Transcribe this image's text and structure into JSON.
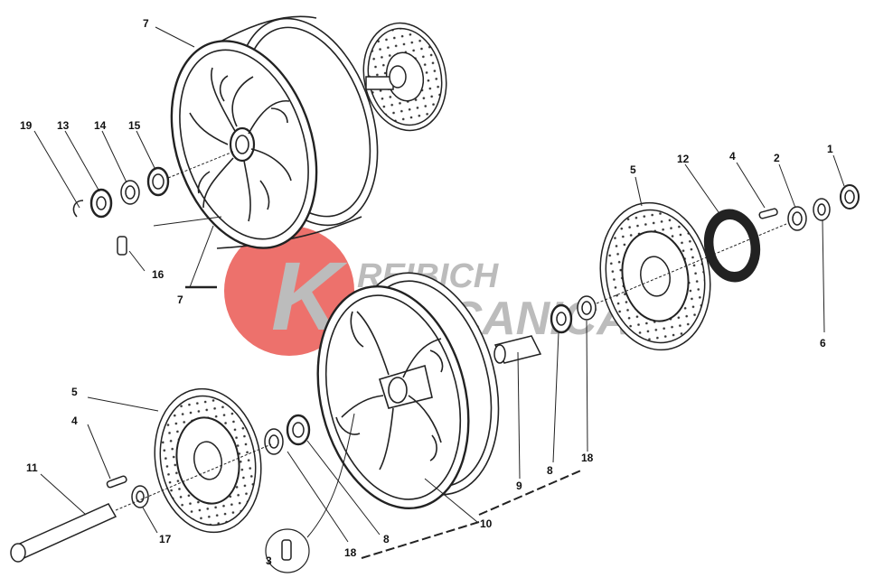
{
  "watermark": {
    "line1": "REIBICH",
    "line2": "MECCANICA",
    "initial": "K",
    "circle_color": "#e8463f",
    "text_color": "#b5b5b5"
  },
  "callouts": [
    {
      "id": "c7a",
      "text": "7"
    },
    {
      "id": "c7b",
      "text": "7"
    },
    {
      "id": "c19",
      "text": "19"
    },
    {
      "id": "c13",
      "text": "13"
    },
    {
      "id": "c14",
      "text": "14"
    },
    {
      "id": "c15",
      "text": "15"
    },
    {
      "id": "c16",
      "text": "16"
    },
    {
      "id": "c5a",
      "text": "5"
    },
    {
      "id": "c12",
      "text": "12"
    },
    {
      "id": "c4a",
      "text": "4"
    },
    {
      "id": "c2",
      "text": "2"
    },
    {
      "id": "c1",
      "text": "1"
    },
    {
      "id": "c6",
      "text": "6"
    },
    {
      "id": "c5b",
      "text": "5"
    },
    {
      "id": "c4b",
      "text": "4"
    },
    {
      "id": "c11",
      "text": "11"
    },
    {
      "id": "c17",
      "text": "17"
    },
    {
      "id": "c3",
      "text": "3"
    },
    {
      "id": "c18a",
      "text": "18"
    },
    {
      "id": "c8a",
      "text": "8"
    },
    {
      "id": "c10",
      "text": "10"
    },
    {
      "id": "c9",
      "text": "9"
    },
    {
      "id": "c8b",
      "text": "8"
    },
    {
      "id": "c18b",
      "text": "18"
    }
  ]
}
